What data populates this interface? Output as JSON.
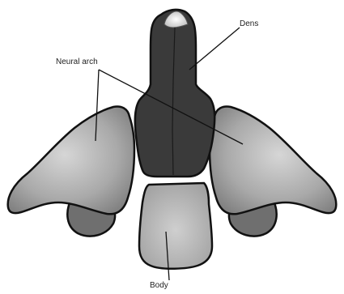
{
  "labels": {
    "dens": "Dens",
    "neural_arch": "Neural arch",
    "body": "Body"
  },
  "colors": {
    "dens_fill": "#3a3a3a",
    "arch_fill": "#a6a6a6",
    "body_fill": "#bdbdbd",
    "outline": "#111111",
    "leader_line": "#111111",
    "background": "#ffffff"
  }
}
